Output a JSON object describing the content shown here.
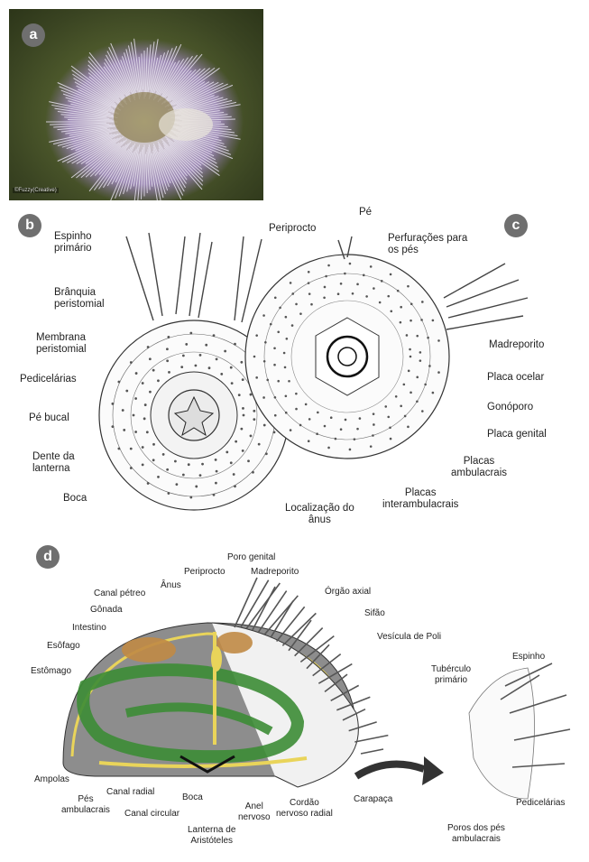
{
  "panels": {
    "a": "a",
    "b": "b",
    "c": "c",
    "d": "d"
  },
  "photo_credit": "©Fuzzy(Creative)",
  "panel_b": {
    "espinho_primario": "Espinho\nprimário",
    "branquia_peristomial": "Brânquia\nperistomial",
    "membrana_peristomial": "Membrana\nperistomial",
    "pedicelarias": "Pedicelárias",
    "pe_bucal": "Pé bucal",
    "dente_lanterna": "Dente da\nlanterna",
    "boca": "Boca",
    "periprocto": "Periprocto",
    "localizacao_anus": "Localização do\nânus"
  },
  "panel_c": {
    "pe": "Pé",
    "perfuracoes": "Perfurações para\nos pés",
    "madreporito": "Madreporito",
    "placa_ocelar": "Placa ocelar",
    "gonoporo": "Gonóporo",
    "placa_genital": "Placa genital",
    "placas_ambulacrais": "Placas\nambulacrais",
    "placas_interambulacrais": "Placas\ninterambulacrais"
  },
  "panel_d": {
    "poro_genital": "Poro genital",
    "periprocto": "Periprocto",
    "madreporito": "Madreporito",
    "anus": "Ânus",
    "canal_petreo": "Canal pétreo",
    "orgao_axial": "Órgão axial",
    "gonada": "Gônada",
    "sifao": "Sifão",
    "intestino": "Intestino",
    "vesicula_poli": "Vesícula de Poli",
    "esofago": "Esôfago",
    "estomago": "Estômago",
    "ampolas": "Ampolas",
    "pes_ambulacrais": "Pés\nambulacrais",
    "canal_radial": "Canal radial",
    "canal_circular": "Canal circular",
    "boca": "Boca",
    "lanterna": "Lanterna de\nAristóteles",
    "anel_nervoso": "Anel\nnervoso",
    "cordao_nervoso": "Cordão\nnervoso radial",
    "carapaca": "Carapaça",
    "tuberculo": "Tubérculo\nprimário",
    "espinho": "Espinho",
    "pedicelarias": "Pedicelárias",
    "poros_pes": "Poros dos pés\nambulacrais"
  },
  "colors": {
    "photo_spines": "#b7a9d6",
    "gut": "#3c8c35",
    "water_vascular": "#e9d45a",
    "gonad": "#c08a45",
    "shell_gray": "#7c7c7c"
  }
}
